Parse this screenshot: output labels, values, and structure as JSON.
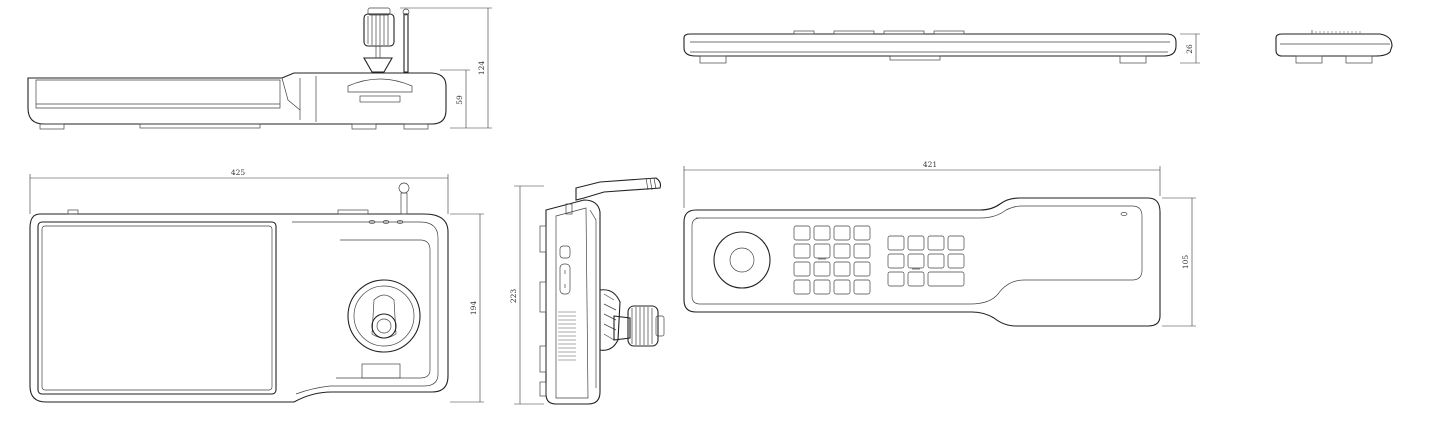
{
  "dimensions": {
    "front_height_total": "124",
    "front_height_body": "59",
    "rear_height": "26",
    "top_width": "425",
    "top_depth": "194",
    "side_height": "223",
    "bottom_width": "421",
    "bottom_depth": "105"
  },
  "colors": {
    "line": "#222222",
    "dimension": "#333333",
    "background": "#ffffff"
  }
}
